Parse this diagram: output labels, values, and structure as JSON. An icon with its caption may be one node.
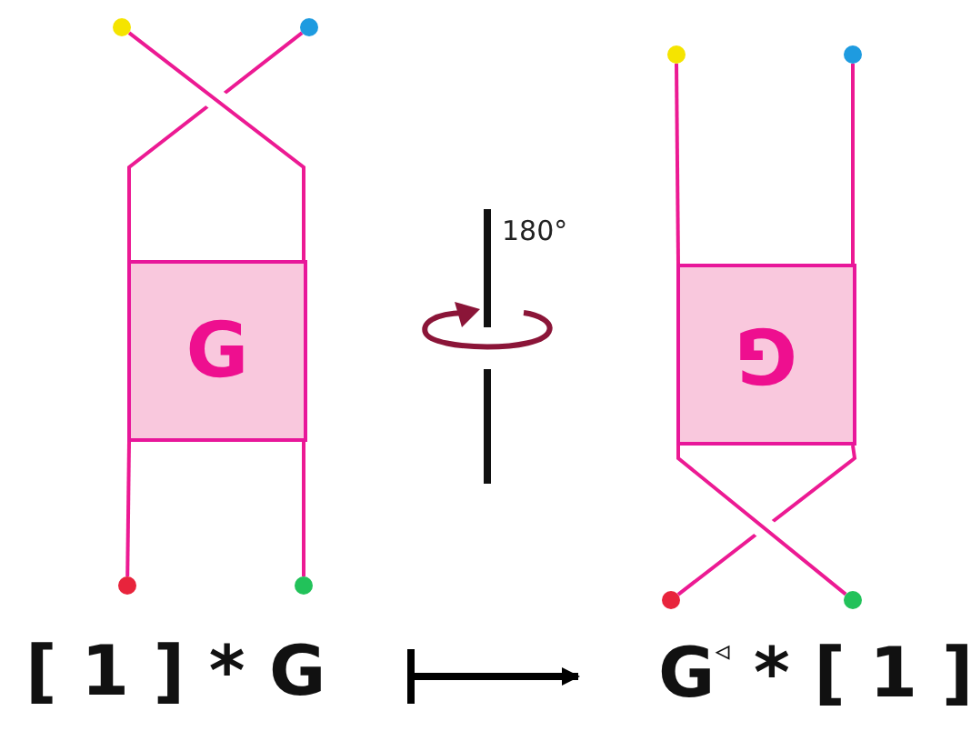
{
  "diagram": {
    "nodes": [
      {
        "text": [],
        "shape": "circle"
      },
      {
        "text": [],
        "shape": "circle"
      },
      {
        "text": [
          "G"
        ]
      },
      {
        "text": [],
        "shape": "circle"
      },
      {
        "text": [],
        "shape": "circle"
      },
      {
        "text": [],
        "shape": "circle"
      },
      {
        "text": [],
        "shape": "circle"
      },
      {
        "text": [
          "G"
        ]
      },
      {
        "text": [],
        "shape": "circle"
      },
      {
        "text": [],
        "shape": "circle"
      },
      {
        "text": [
          "[ 1 ] * G"
        ]
      },
      {
        "text": [
          "G$^{◃}$ * [ 1 ]"
        ]
      }
    ],
    "edges": [
      {
        "from": 0,
        "to": 2,
        "arrow": "none"
      },
      {
        "from": 1,
        "to": 2,
        "arrow": "none"
      },
      {
        "from": 2,
        "to": 3,
        "arrow": "none"
      },
      {
        "from": 2,
        "to": 4,
        "arrow": "none"
      },
      {
        "from": 5,
        "to": 7,
        "arrow": "none"
      },
      {
        "from": 6,
        "to": 7,
        "arrow": "none"
      },
      {
        "from": 7,
        "to": 8,
        "arrow": "none"
      },
      {
        "from": 7,
        "to": 9,
        "arrow": "none"
      },
      {
        "from": 10,
        "to": 11,
        "arrow": "to",
        "style": "thick",
        "color": "#000000"
      }
    ],
    "labels": [
      "180°"
    ]
  }
}
